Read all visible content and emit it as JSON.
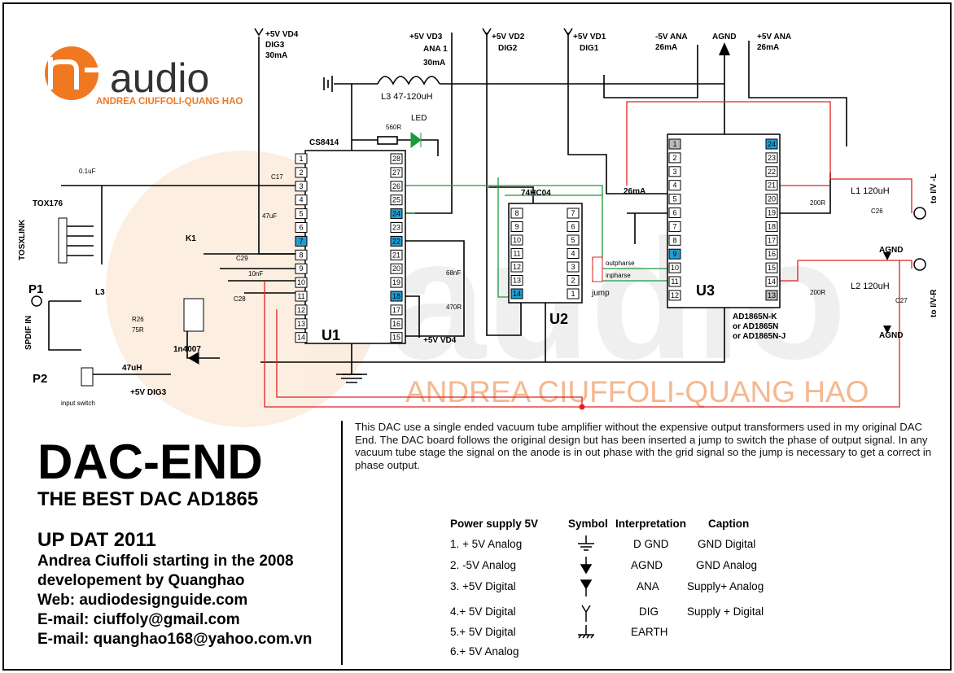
{
  "logo": {
    "brand": "audio",
    "authors": "ANDREA CIUFFOLI-QUANG HAO",
    "accent": "#f07820"
  },
  "watermark": {
    "text": "ANDREA CIUFFOLI-QUANG HAO",
    "brand": "audio"
  },
  "supplies": [
    {
      "name": "+5V VD4",
      "sub": "DIG3",
      "current": "30mA"
    },
    {
      "name": "+5V VD3",
      "sub": "ANA 1",
      "current": "30mA"
    },
    {
      "name": "+5V VD2",
      "sub": "DIG2"
    },
    {
      "name": "+5V VD1",
      "sub": "DIG1"
    },
    {
      "name": "-5V ANA",
      "current": "26mA"
    },
    {
      "name": "AGND"
    },
    {
      "name": "+5V ANA",
      "current": "26mA"
    }
  ],
  "components": {
    "u1": {
      "ref": "U1",
      "part": "CS8414"
    },
    "u2": {
      "ref": "U2",
      "part": "74HC04"
    },
    "u3": {
      "ref": "U3",
      "part": "AD1865N-K",
      "alt1": "or AD1865N",
      "alt2": "or AD1865N-J"
    },
    "l3top": "L3 47-120uH",
    "led": "LED",
    "r560": "560R",
    "tox": "TOX176",
    "toslink": "TOSXLINK",
    "k1": "K1",
    "p1": "P1",
    "spdif": "SPDIF IN",
    "l3": "L3",
    "r26": "R26",
    "r26v": "75R",
    "p2": "P2",
    "l47": "47uH",
    "inputswitch": "input switch",
    "vdig3": "+5V DIG3",
    "diode": "1n4007",
    "c17": "C17",
    "c01": "0.1uF",
    "c47": "47uF",
    "c29": "C29",
    "c10n": "10nF",
    "c28": "C28",
    "c68": "68nF",
    "r470": "470R",
    "vd4b": "+5V VD4",
    "jump": "jump",
    "outphase": "outpharse",
    "inphase": "inpharse",
    "ma26": "26mA",
    "l1": "L1 120uH",
    "l2": "L2 120uH",
    "r200": "200R",
    "c26": "C26",
    "c27": "C27",
    "outL": "to I/V -L",
    "outR": "to I/V-R",
    "agnd": "AGND"
  },
  "description": "This DAC use a single ended vacuum tube amplifier without the expensive output transformers used in my original DAC End. The DAC board follows the original design but has been inserted a jump to switch the phase of output signal. In any vacuum tube stage the signal on the anode is in out phase with the grid signal so the jump is necessary to get a correct in phase output.",
  "title": {
    "main": "DAC-END",
    "sub": "THE BEST DAC AD1865",
    "year": "UP DAT 2011",
    "info": [
      "Andrea Ciuffoli starting in the 2008",
      "developement by  Quanghao",
      "Web: audiodesignguide.com",
      "E-mail: ciuffoly@gmail.com",
      "E-mail: quanghao168@yahoo.com.vn"
    ]
  },
  "legend": {
    "headers": [
      "Power supply 5V",
      "Symbol",
      "Interpretation",
      "Caption"
    ],
    "supplies": [
      "1. + 5V Analog",
      "2. -5V Analog",
      "3. +5V Digital",
      "4.+ 5V Digital",
      "5.+ 5V Digital",
      "6.+ 5V Analog"
    ],
    "rows": [
      {
        "symbol": "dgnd-icon",
        "interp": "D GND",
        "caption": "GND Digital"
      },
      {
        "symbol": "agnd-icon",
        "interp": "AGND",
        "caption": "GND Analog"
      },
      {
        "symbol": "ana-icon",
        "interp": "ANA",
        "caption": "Supply+ Analog"
      },
      {
        "symbol": "dig-icon",
        "interp": "DIG",
        "caption": "Supply + Digital"
      },
      {
        "symbol": "earth-icon",
        "interp": "EARTH",
        "caption": ""
      }
    ]
  }
}
